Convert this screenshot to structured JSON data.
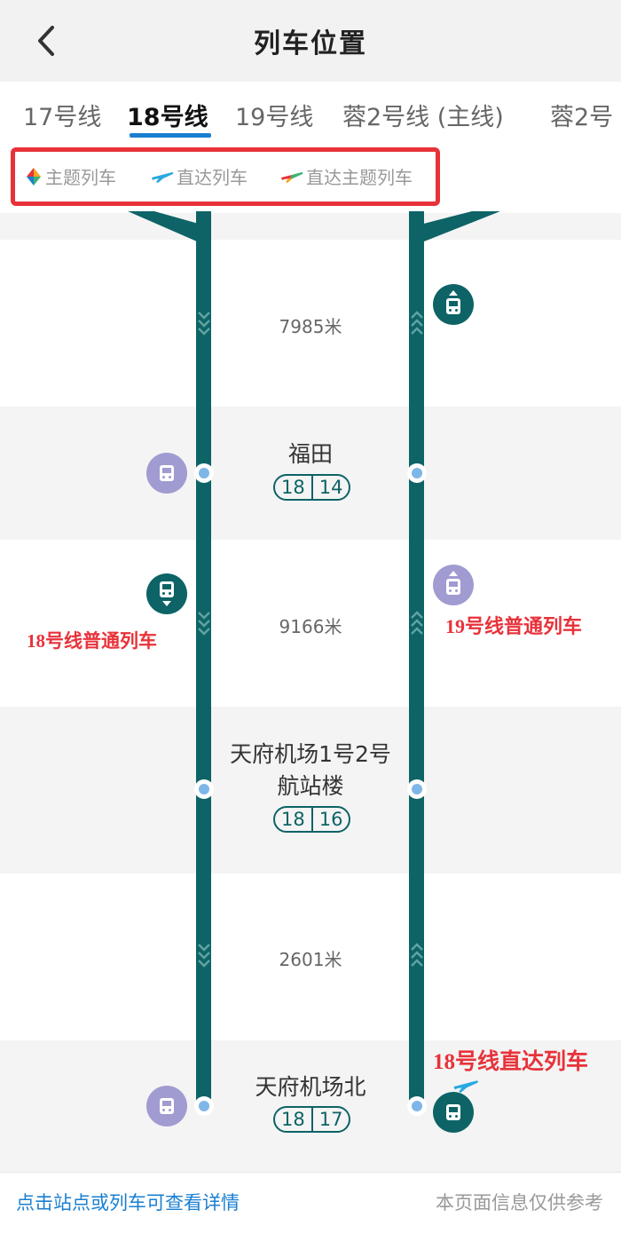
{
  "header": {
    "title": "列车位置"
  },
  "tabs": [
    {
      "label": "17号线"
    },
    {
      "label": "18号线",
      "active": true
    },
    {
      "label": "19号线"
    },
    {
      "label": "蓉2号线 (主线)"
    },
    {
      "label": "蓉2号"
    }
  ],
  "legend": [
    {
      "label": "主题列车",
      "icon": "theme-train-icon"
    },
    {
      "label": "直达列车",
      "icon": "plane-icon"
    },
    {
      "label": "直达主题列车",
      "icon": "theme-plane-icon"
    }
  ],
  "segments": [
    {
      "distance": "7985米"
    },
    {
      "distance": "9166米"
    },
    {
      "distance": "2601米"
    }
  ],
  "stations": [
    {
      "name": "福田",
      "lines": [
        "18",
        "14"
      ]
    },
    {
      "name_line1": "天府机场1号2号",
      "name_line2": "航站楼",
      "lines": [
        "18",
        "16"
      ]
    },
    {
      "name": "天府机场北",
      "lines": [
        "18",
        "17"
      ]
    }
  ],
  "annotations": {
    "line18_regular": "18号线普通列车",
    "line19_regular": "19号线普通列车",
    "line18_express": "18号线直达列车"
  },
  "footer": {
    "hint": "点击站点或列车可查看详情",
    "note": "本页面信息仅供参考"
  },
  "colors": {
    "track": "#0d6366",
    "train_teal": "#0d6366",
    "train_purple": "#a09bd0",
    "tab_underline": "#1a7fd0",
    "annotation_red": "#e8323a"
  }
}
